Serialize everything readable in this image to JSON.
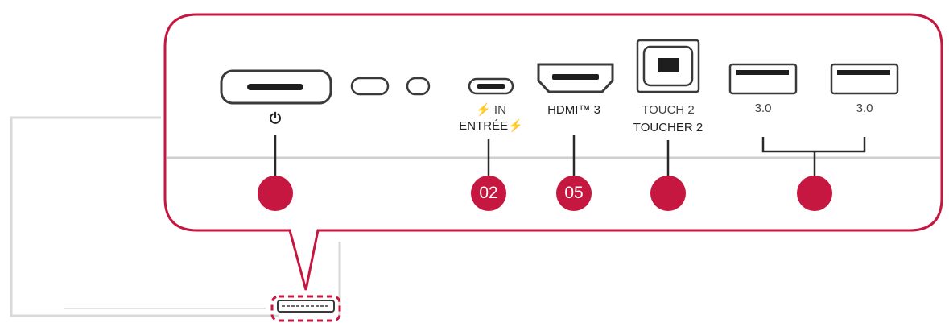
{
  "colors": {
    "accent": "#c5173f",
    "outline": "#3a3a3a",
    "device": "#d9d9d9"
  },
  "ports": {
    "power_symbol": "⏻",
    "usbc_line1": "⚡ IN",
    "usbc_line2": "ENTRÉE⚡",
    "hdmi": "HDMI™ 3",
    "touch_line1": "TOUCH 2",
    "touch_line2": "TOUCHER 2",
    "usb_a_left": "3.0",
    "usb_a_right": "3.0"
  },
  "callouts": {
    "c1": "",
    "c2": "02",
    "c3": "05",
    "c4": "",
    "c5": ""
  },
  "icons": [
    "power-icon",
    "usb-c-port-icon",
    "hdmi-port-icon",
    "usb-b-port-icon",
    "usb-a-port-icon"
  ]
}
